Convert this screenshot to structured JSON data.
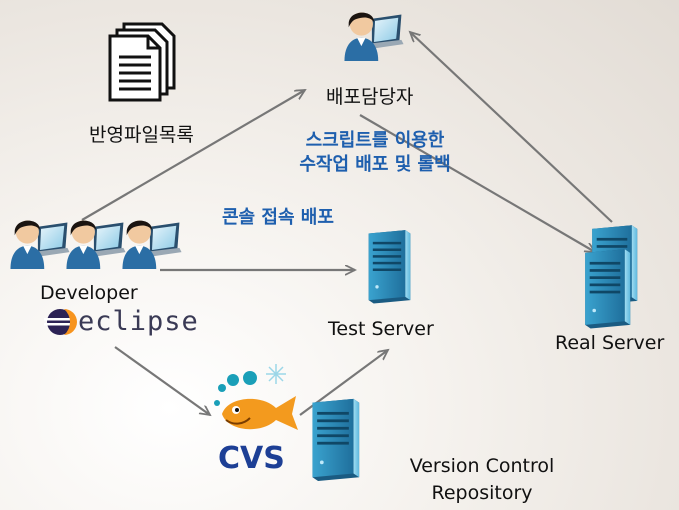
{
  "labels": {
    "deploy_manager": "배포담당자",
    "file_list": "반영파일목록",
    "script_line1": "스크립트를 이용한",
    "script_line2": "수작업 배포 및 롤백",
    "console_deploy": "콘솔 접속 배포",
    "developer": "Developer",
    "eclipse": "eclipse",
    "test_server": "Test Server",
    "real_server": "Real Server",
    "cvs": "CVS",
    "vcr_line1": "Version Control",
    "vcr_line2": "Repository"
  },
  "colors": {
    "arrow": "#777777",
    "accent_text": "#1e5fae",
    "server_blue": "#2f8fbf",
    "fish_orange": "#f39a1e",
    "cvs_blue": "#1d3f95"
  },
  "icons": [
    "person-laptop-icon",
    "documents-icon",
    "server-icon",
    "eclipse-logo-icon",
    "cvs-fish-logo-icon"
  ]
}
